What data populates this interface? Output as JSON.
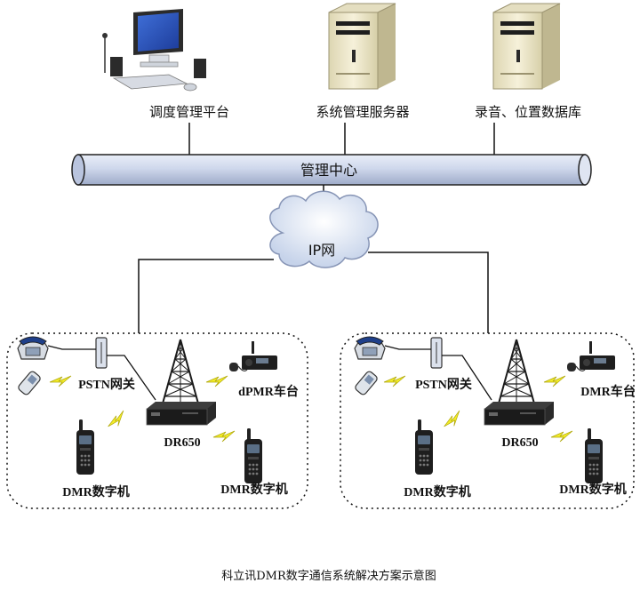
{
  "top_nodes": {
    "dispatch_label": "调度管理平台",
    "server_label": "系统管理服务器",
    "database_label": "录音、位置数据库"
  },
  "backbone": {
    "label": "管理中心"
  },
  "cloud": {
    "label": "IP网"
  },
  "sites": [
    {
      "gateway_label": "PSTN网关",
      "repeater_label": "DR650",
      "vehicle_label": "dPMR车台",
      "radio_left_label": "DMR数字机",
      "radio_right_label": "DMR数字机"
    },
    {
      "gateway_label": "PSTN网关",
      "repeater_label": "DR650",
      "vehicle_label": "DMR车台",
      "radio_left_label": "DMR数字机",
      "radio_right_label": "DMR数字机"
    }
  ],
  "caption": "科立讯DMR数字通信系统解决方案示意图",
  "colors": {
    "pipe": "#cfd8ec",
    "lightning": "#f3ec2a",
    "equipment": "#1e1e1e",
    "server": "#f3eed6"
  }
}
